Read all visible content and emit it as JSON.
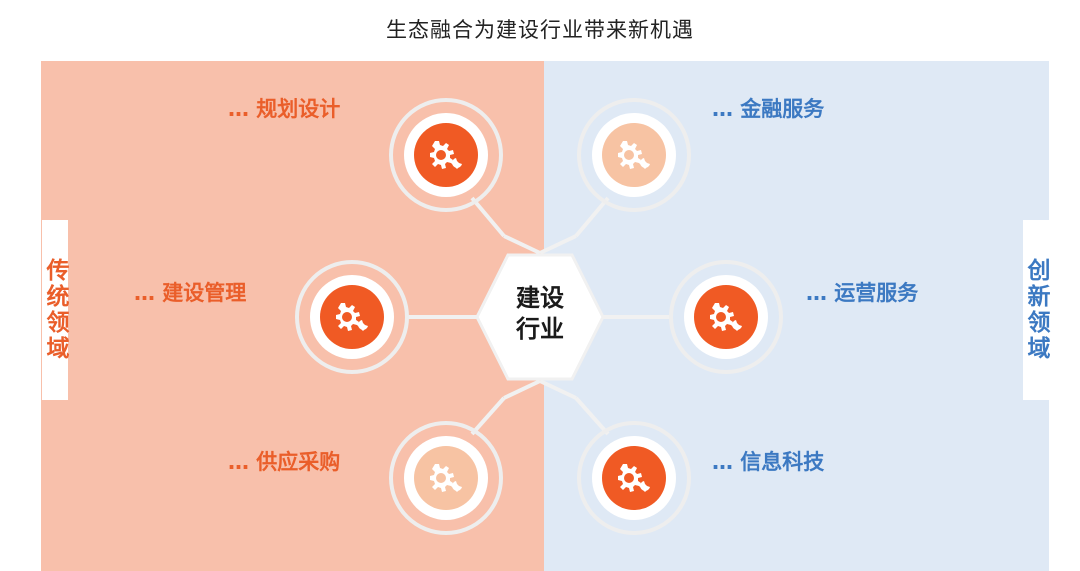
{
  "title": "生态融合为建设行业带来新机遇",
  "left_panel": {
    "side_label": "传统领域",
    "items": [
      {
        "label": "… 规划设计",
        "icon": "gear-wrench-icon",
        "fill": "#f05a24"
      },
      {
        "label": "… 建设管理",
        "icon": "gear-wrench-icon",
        "fill": "#f05a24"
      },
      {
        "label": "… 供应采购",
        "icon": "gear-wrench-icon",
        "fill": "#f7c3a3"
      }
    ]
  },
  "right_panel": {
    "side_label": "创新领域",
    "items": [
      {
        "label": "… 金融服务",
        "icon": "gear-wrench-icon",
        "fill": "#f7c3a3"
      },
      {
        "label": "… 运营服务",
        "icon": "gear-wrench-icon",
        "fill": "#f05a24"
      },
      {
        "label": "… 信息科技",
        "icon": "gear-wrench-icon",
        "fill": "#f05a24"
      }
    ]
  },
  "center": {
    "line1": "建设",
    "line2": "行业"
  },
  "colors": {
    "left_bg": "#f8c0ab",
    "right_bg": "#dfe9f5",
    "orange_text": "#ea5e2a",
    "blue_text": "#3c79c2",
    "ring": "#eeeeee"
  }
}
